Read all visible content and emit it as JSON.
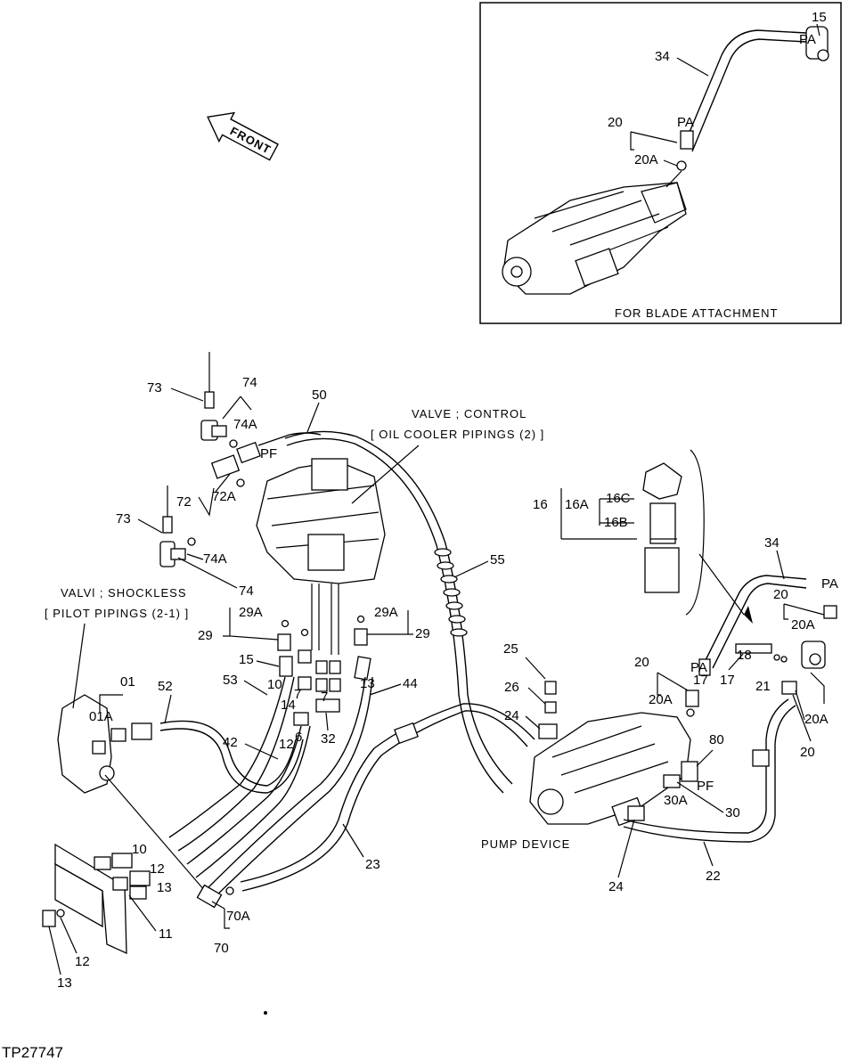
{
  "figure_id": "TP27747",
  "inset": {
    "caption": "FOR BLADE ATTACHMENT",
    "labels": [
      "15",
      "PA",
      "34",
      "PA",
      "20",
      "20A"
    ]
  },
  "front_arrow": "FRONT",
  "callouts": {
    "valve_control": [
      "VALVE ; CONTROL",
      "[ OIL COOLER PIPINGS (2) ]"
    ],
    "valve_shockless": [
      "VALVl ; SHOCKLESS",
      "[ PILOT PIPINGS (2-1) ]"
    ],
    "pump_device": "PUMP DEVICE"
  },
  "seal_group": {
    "labels": [
      "16",
      "16A",
      "16C",
      "16B"
    ]
  },
  "part_labels": {
    "p73a": "73",
    "p74a": "74",
    "p74Aa": "74A",
    "p50": "50",
    "pPFa": "PF",
    "p72": "72",
    "p72A": "72A",
    "p73b": "73",
    "p74Ab": "74A",
    "p74b": "74",
    "p55": "55",
    "p29Aa": "29A",
    "p29a": "29",
    "p29Ab": "29A",
    "p29b": "29",
    "p01": "01",
    "p01A": "01A",
    "p52": "52",
    "p15": "15",
    "p53": "53",
    "p10a": "10",
    "p7a": "7",
    "p14": "14",
    "p7b": "7",
    "p13a": "13",
    "p44": "44",
    "p42": "42",
    "p12a": "12",
    "p6": "6",
    "p32": "32",
    "p25": "25",
    "p26": "26",
    "p24a": "24",
    "p34": "34",
    "pPAa": "PA",
    "p20a": "20",
    "p20Aa": "20A",
    "p20b": "20",
    "pPAb": "PA",
    "p17a": "17",
    "p18": "18",
    "p17b": "17",
    "p21": "21",
    "p20Ab": "20A",
    "p20Ac": "20A",
    "p20c": "20",
    "p80": "80",
    "pPFb": "PF",
    "p30A": "30A",
    "p30": "30",
    "p10b": "10",
    "p12b": "12",
    "p13b": "13",
    "p11": "11",
    "p23": "23",
    "p22": "22",
    "p24b": "24",
    "p70A": "70A",
    "p70": "70",
    "p12c": "12",
    "p13c": "13"
  }
}
